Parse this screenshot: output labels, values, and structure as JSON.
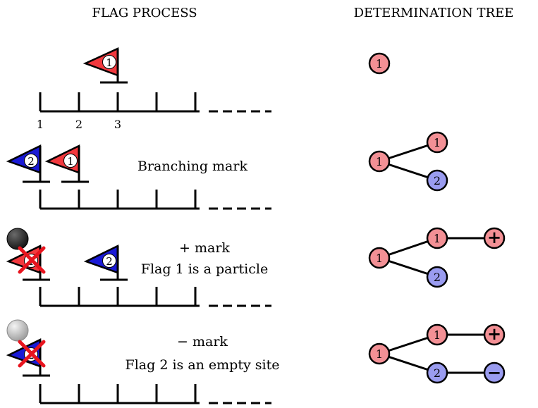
{
  "headers": {
    "left": "FLAG PROCESS",
    "right": "DETERMINATION TREE"
  },
  "axis_numbers": [
    "1",
    "2",
    "3"
  ],
  "row2": {
    "caption": "Branching mark"
  },
  "row3": {
    "caption_line1": "+ mark",
    "caption_line2": "Flag 1 is a particle"
  },
  "row4": {
    "caption_line1": "− mark",
    "caption_line2": "Flag 2 is an empty site"
  },
  "flags": {
    "one": "1",
    "two": "2"
  },
  "tree": {
    "node_one": "1",
    "node_two": "2",
    "plus_symbol": "+",
    "minus_symbol": "−"
  },
  "colors": {
    "flag1_red": "#f2393e",
    "flag2_blue": "#1a1ad6",
    "node_red": "#f39095",
    "node_blue": "#9a9cf0",
    "cross_red": "#e8141e",
    "ball_black": "#222222",
    "ball_gray": "#bdbdbd"
  }
}
